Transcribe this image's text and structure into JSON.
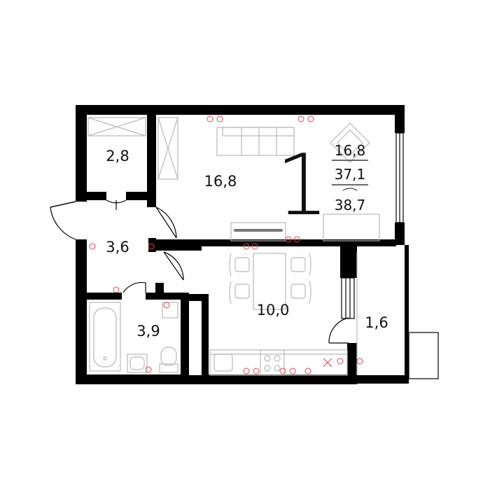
{
  "apartment": {
    "rooms_count": "1",
    "living_area": "16,8",
    "total_area": "37,1",
    "total_area_with_balcony": "38,7"
  },
  "rooms": [
    {
      "id": "wardrobe",
      "area": "2,8"
    },
    {
      "id": "living-room",
      "area": "16,8"
    },
    {
      "id": "hallway",
      "area": "3,6"
    },
    {
      "id": "kitchen",
      "area": "10,0"
    },
    {
      "id": "bathroom",
      "area": "3,9"
    },
    {
      "id": "balcony",
      "area": "1,6"
    }
  ],
  "colors": {
    "wall": "#000000",
    "furniture": "#b8b8b8",
    "electrical": "#e0464e",
    "background": "#ffffff"
  },
  "icons": [
    "bathtub-icon",
    "sink-icon",
    "toilet-icon",
    "stove-icon",
    "sofa-icon",
    "dining-table-icon",
    "tv-icon",
    "socket-icon"
  ]
}
